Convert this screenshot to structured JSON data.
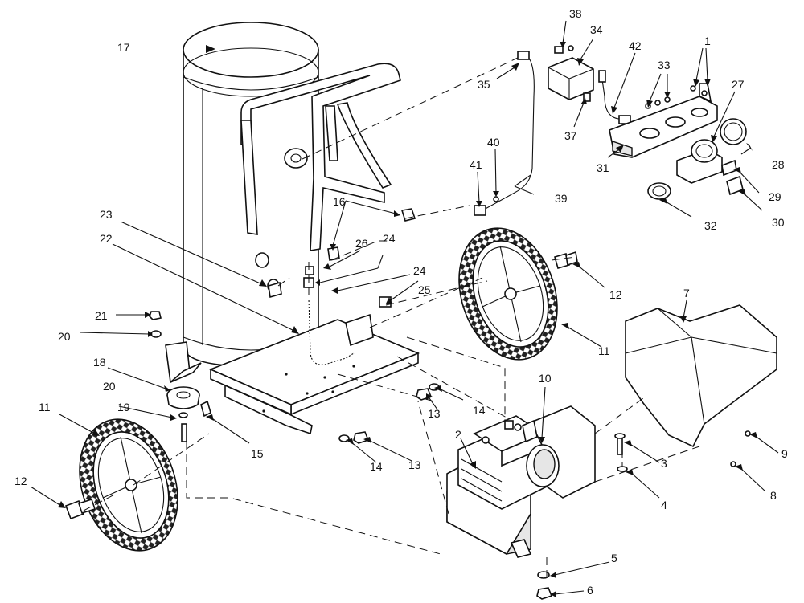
{
  "callouts": [
    {
      "id": "c1",
      "label": "1"
    },
    {
      "id": "c2",
      "label": "2"
    },
    {
      "id": "c3",
      "label": "3"
    },
    {
      "id": "c4",
      "label": "4"
    },
    {
      "id": "c5",
      "label": "5"
    },
    {
      "id": "c6",
      "label": "6"
    },
    {
      "id": "c7",
      "label": "7"
    },
    {
      "id": "c8",
      "label": "8"
    },
    {
      "id": "c9",
      "label": "9"
    },
    {
      "id": "c10",
      "label": "10"
    },
    {
      "id": "c11a",
      "label": "11"
    },
    {
      "id": "c11b",
      "label": "11"
    },
    {
      "id": "c12a",
      "label": "12"
    },
    {
      "id": "c12b",
      "label": "12"
    },
    {
      "id": "c13a",
      "label": "13"
    },
    {
      "id": "c13b",
      "label": "13"
    },
    {
      "id": "c14a",
      "label": "14"
    },
    {
      "id": "c14b",
      "label": "14"
    },
    {
      "id": "c15",
      "label": "15"
    },
    {
      "id": "c16",
      "label": "16"
    },
    {
      "id": "c17",
      "label": "17"
    },
    {
      "id": "c18",
      "label": "18"
    },
    {
      "id": "c19",
      "label": "19"
    },
    {
      "id": "c20a",
      "label": "20"
    },
    {
      "id": "c20b",
      "label": "20"
    },
    {
      "id": "c21",
      "label": "21"
    },
    {
      "id": "c22",
      "label": "22"
    },
    {
      "id": "c23",
      "label": "23"
    },
    {
      "id": "c24a",
      "label": "24"
    },
    {
      "id": "c24b",
      "label": "24"
    },
    {
      "id": "c25",
      "label": "25"
    },
    {
      "id": "c26",
      "label": "26"
    },
    {
      "id": "c27",
      "label": "27"
    },
    {
      "id": "c28",
      "label": "28"
    },
    {
      "id": "c29",
      "label": "29"
    },
    {
      "id": "c30",
      "label": "30"
    },
    {
      "id": "c31",
      "label": "31"
    },
    {
      "id": "c32",
      "label": "32"
    },
    {
      "id": "c33",
      "label": "33"
    },
    {
      "id": "c34",
      "label": "34"
    },
    {
      "id": "c35",
      "label": "35"
    },
    {
      "id": "c37",
      "label": "37"
    },
    {
      "id": "c38",
      "label": "38"
    },
    {
      "id": "c39",
      "label": "39"
    },
    {
      "id": "c40",
      "label": "40"
    },
    {
      "id": "c41",
      "label": "41"
    },
    {
      "id": "c42",
      "label": "42"
    }
  ]
}
